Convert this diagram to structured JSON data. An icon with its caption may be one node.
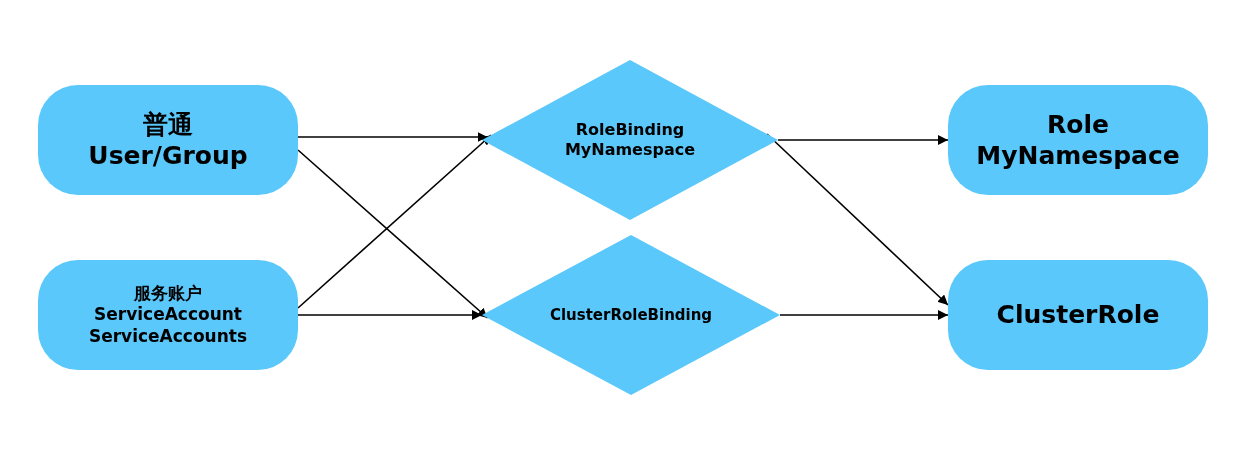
{
  "diagram": {
    "nodes": [
      {
        "text": [
          "普通 User/Group"
        ]
      },
      {
        "text": [
          "服务账户 ServiceAccount ServiceAccounts"
        ]
      },
      {
        "text": [
          "RoleBinding MyNamespace"
        ]
      },
      {
        "text": [
          "ClusterRoleBinding"
        ]
      },
      {
        "text": [
          "Role MyNamespace"
        ]
      },
      {
        "text": [
          "ClusterRole"
        ]
      }
    ],
    "edges": [
      {
        "from": 0,
        "to": 2,
        "arrow": "to"
      },
      {
        "from": 0,
        "to": 3,
        "arrow": "to"
      },
      {
        "from": 1,
        "to": 2,
        "arrow": "to"
      },
      {
        "from": 1,
        "to": 3,
        "arrow": "to"
      },
      {
        "from": 2,
        "to": 4,
        "arrow": "to"
      },
      {
        "from": 2,
        "to": 5,
        "arrow": "to"
      },
      {
        "from": 3,
        "to": 5,
        "arrow": "to"
      }
    ]
  }
}
